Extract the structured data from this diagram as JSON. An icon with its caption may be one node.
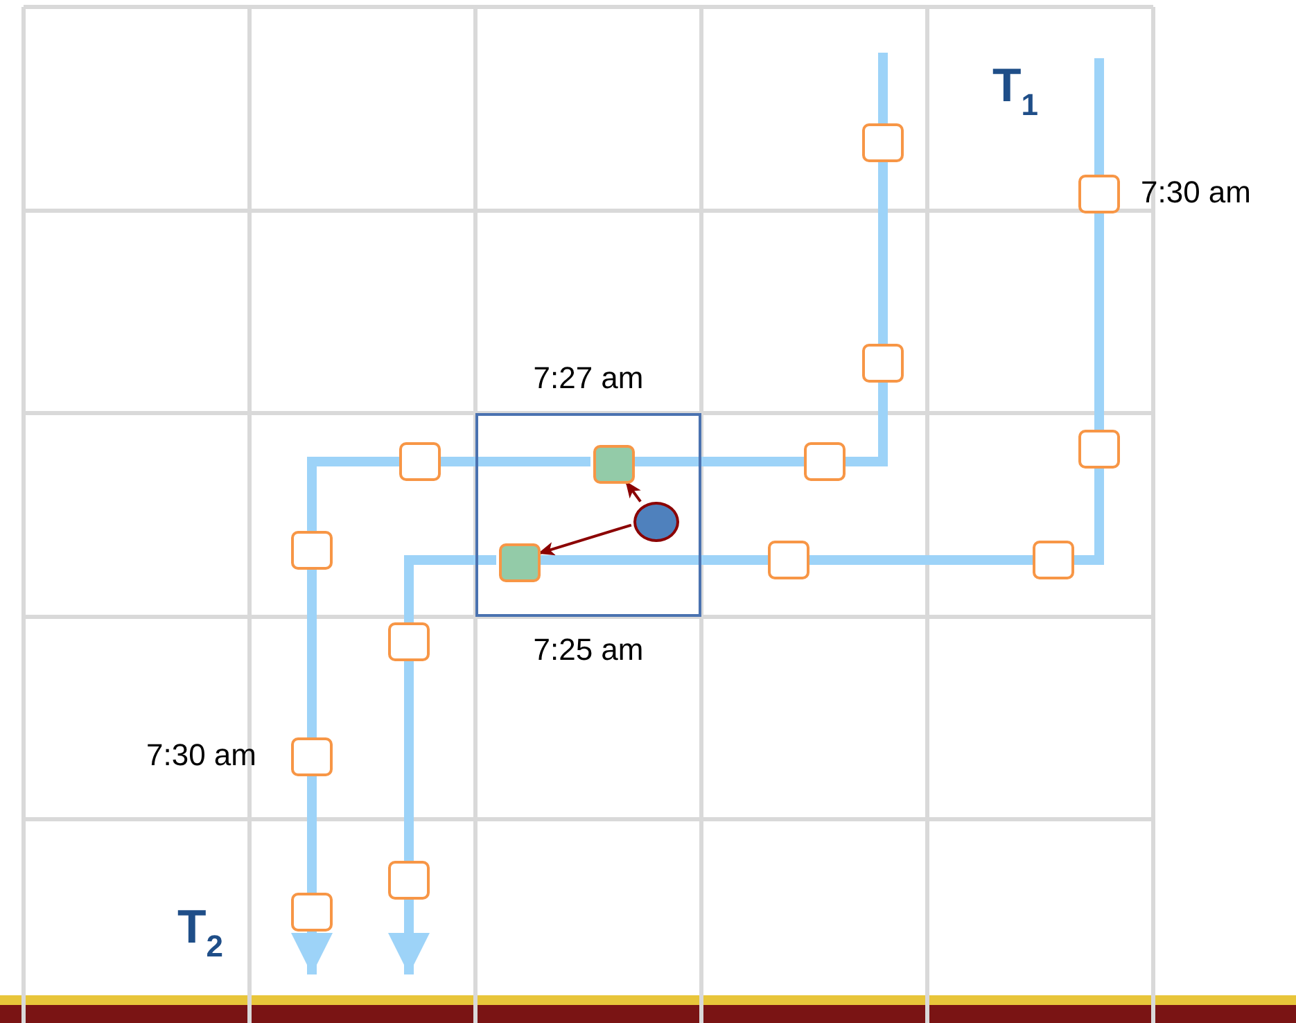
{
  "diagram": {
    "nodes": [
      {
        "text": [],
        "shape": "box",
        "beside": [
          "7:27 am",
          "7:25 am"
        ]
      },
      {
        "text": [],
        "shape": "box"
      },
      {
        "text": [],
        "shape": "box"
      },
      {
        "text": [],
        "shape": "box"
      },
      {
        "text": [],
        "shape": "box",
        "in": 0
      },
      {
        "text": [],
        "shape": "box"
      },
      {
        "text": [],
        "shape": "box"
      },
      {
        "text": [],
        "shape": "box",
        "beside": [
          "7:30 am"
        ]
      },
      {
        "text": [],
        "shape": "box"
      },
      {
        "text": [],
        "shape": "box",
        "beside": [
          "7:30 am"
        ]
      },
      {
        "text": [],
        "shape": "box"
      },
      {
        "text": [],
        "shape": "box"
      },
      {
        "text": [],
        "shape": "box"
      },
      {
        "text": [],
        "shape": "box",
        "in": 0
      },
      {
        "text": [],
        "shape": "box"
      },
      {
        "text": [],
        "shape": "box"
      },
      {
        "text": [],
        "shape": "circle",
        "in": 0
      }
    ],
    "edges": [
      {
        "from": null,
        "to": 1,
        "arrow": "none"
      },
      {
        "from": 1,
        "to": 2,
        "arrow": "none"
      },
      {
        "from": 2,
        "to": 3,
        "arrow": "none"
      },
      {
        "from": 3,
        "to": 4,
        "arrow": "none"
      },
      {
        "from": 4,
        "to": 5,
        "arrow": "none"
      },
      {
        "from": 5,
        "to": 6,
        "arrow": "none"
      },
      {
        "from": 6,
        "to": 7,
        "arrow": "none"
      },
      {
        "from": 7,
        "to": 8,
        "arrow": "none"
      },
      {
        "from": 8,
        "to": null,
        "arrow": "to"
      },
      {
        "from": null,
        "to": 9,
        "arrow": "none"
      },
      {
        "from": 9,
        "to": 10,
        "arrow": "none"
      },
      {
        "from": 10,
        "to": 11,
        "arrow": "none"
      },
      {
        "from": 11,
        "to": 12,
        "arrow": "none"
      },
      {
        "from": 12,
        "to": 13,
        "arrow": "none"
      },
      {
        "from": 13,
        "to": 14,
        "arrow": "none"
      },
      {
        "from": 14,
        "to": 15,
        "arrow": "none"
      },
      {
        "from": 15,
        "to": null,
        "arrow": "to"
      },
      {
        "from": 16,
        "to": 4,
        "arrow": "to",
        "color": "#8b0000"
      },
      {
        "from": 16,
        "to": 13,
        "arrow": "to",
        "color": "#8b0000"
      }
    ],
    "labels": [
      "T$_{1}$",
      "T$_{2}$"
    ]
  }
}
